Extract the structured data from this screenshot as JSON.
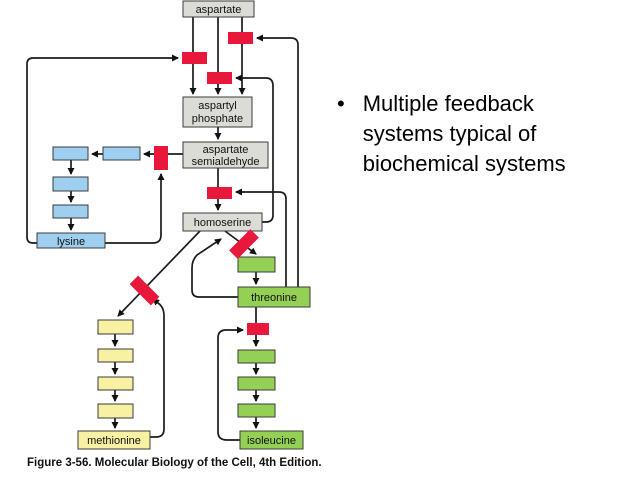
{
  "slide": {
    "bullet_char": "•",
    "bullet_lines": {
      "l1": "Multiple feedback",
      "l2": "systems typical of",
      "l3": "biochemical systems"
    },
    "caption": "Figure 3-56. Molecular Biology of the Cell, 4th Edition."
  },
  "diagram": {
    "labels": {
      "aspartate": "aspartate",
      "aspartyl_phosphate_l1": "aspartyl",
      "aspartyl_phosphate_l2": "phosphate",
      "aspartate_semialdehyde_l1": "aspartate",
      "aspartate_semialdehyde_l2": "semialdehyde",
      "homoserine": "homoserine",
      "lysine": "lysine",
      "threonine": "threonine",
      "methionine": "methionine",
      "isoleucine": "isoleucine"
    },
    "colors": {
      "inhibitor_red": "#e8173c",
      "intermediate_gray": "#dcdcd6",
      "lysine_blue": "#9fcfef",
      "threonine_green": "#94d053",
      "methionine_yellow": "#f8f0a2"
    }
  }
}
